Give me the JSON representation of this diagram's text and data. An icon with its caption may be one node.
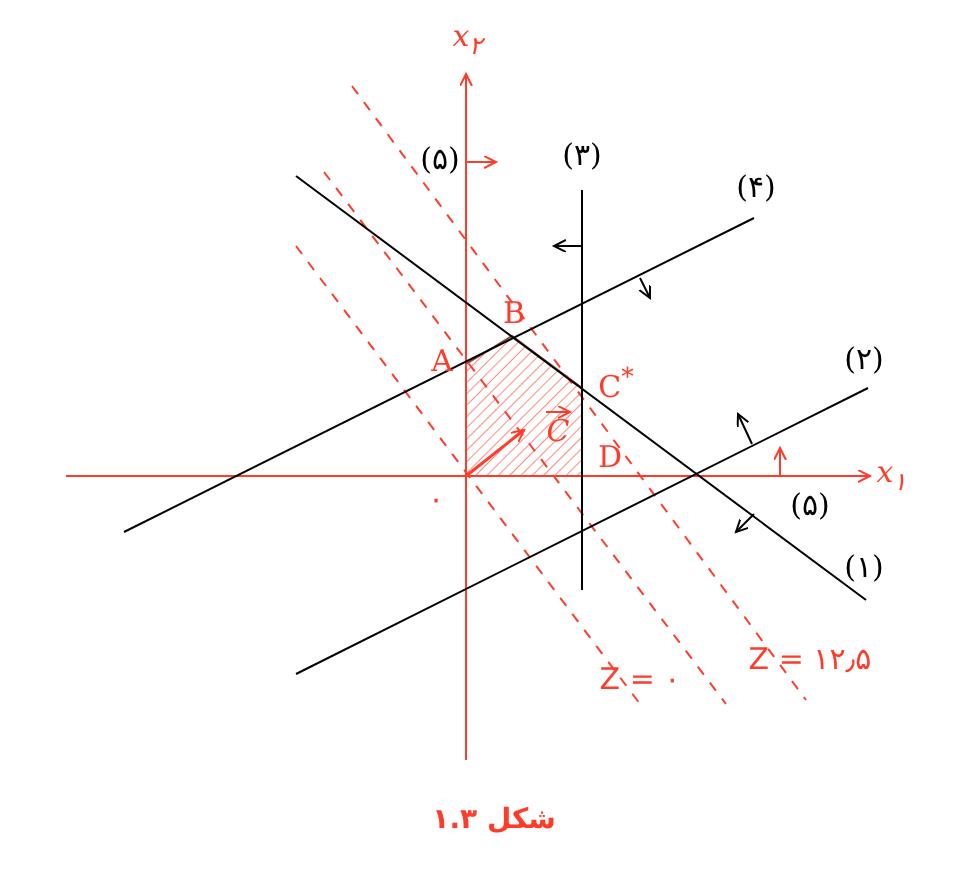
{
  "diagram": {
    "caption": "شکل ۱.۳",
    "labels": [
      "x$_{۲}$",
      "(۵)",
      "(۳)",
      "(۴)",
      "B",
      "A",
      "C$^{*}$",
      "(۲)",
      "C",
      "D",
      "x$_{۱}$",
      "۰",
      "(۵)",
      "(۱)",
      "Z = ۱۲٫۵",
      "Z = ۰"
    ]
  }
}
